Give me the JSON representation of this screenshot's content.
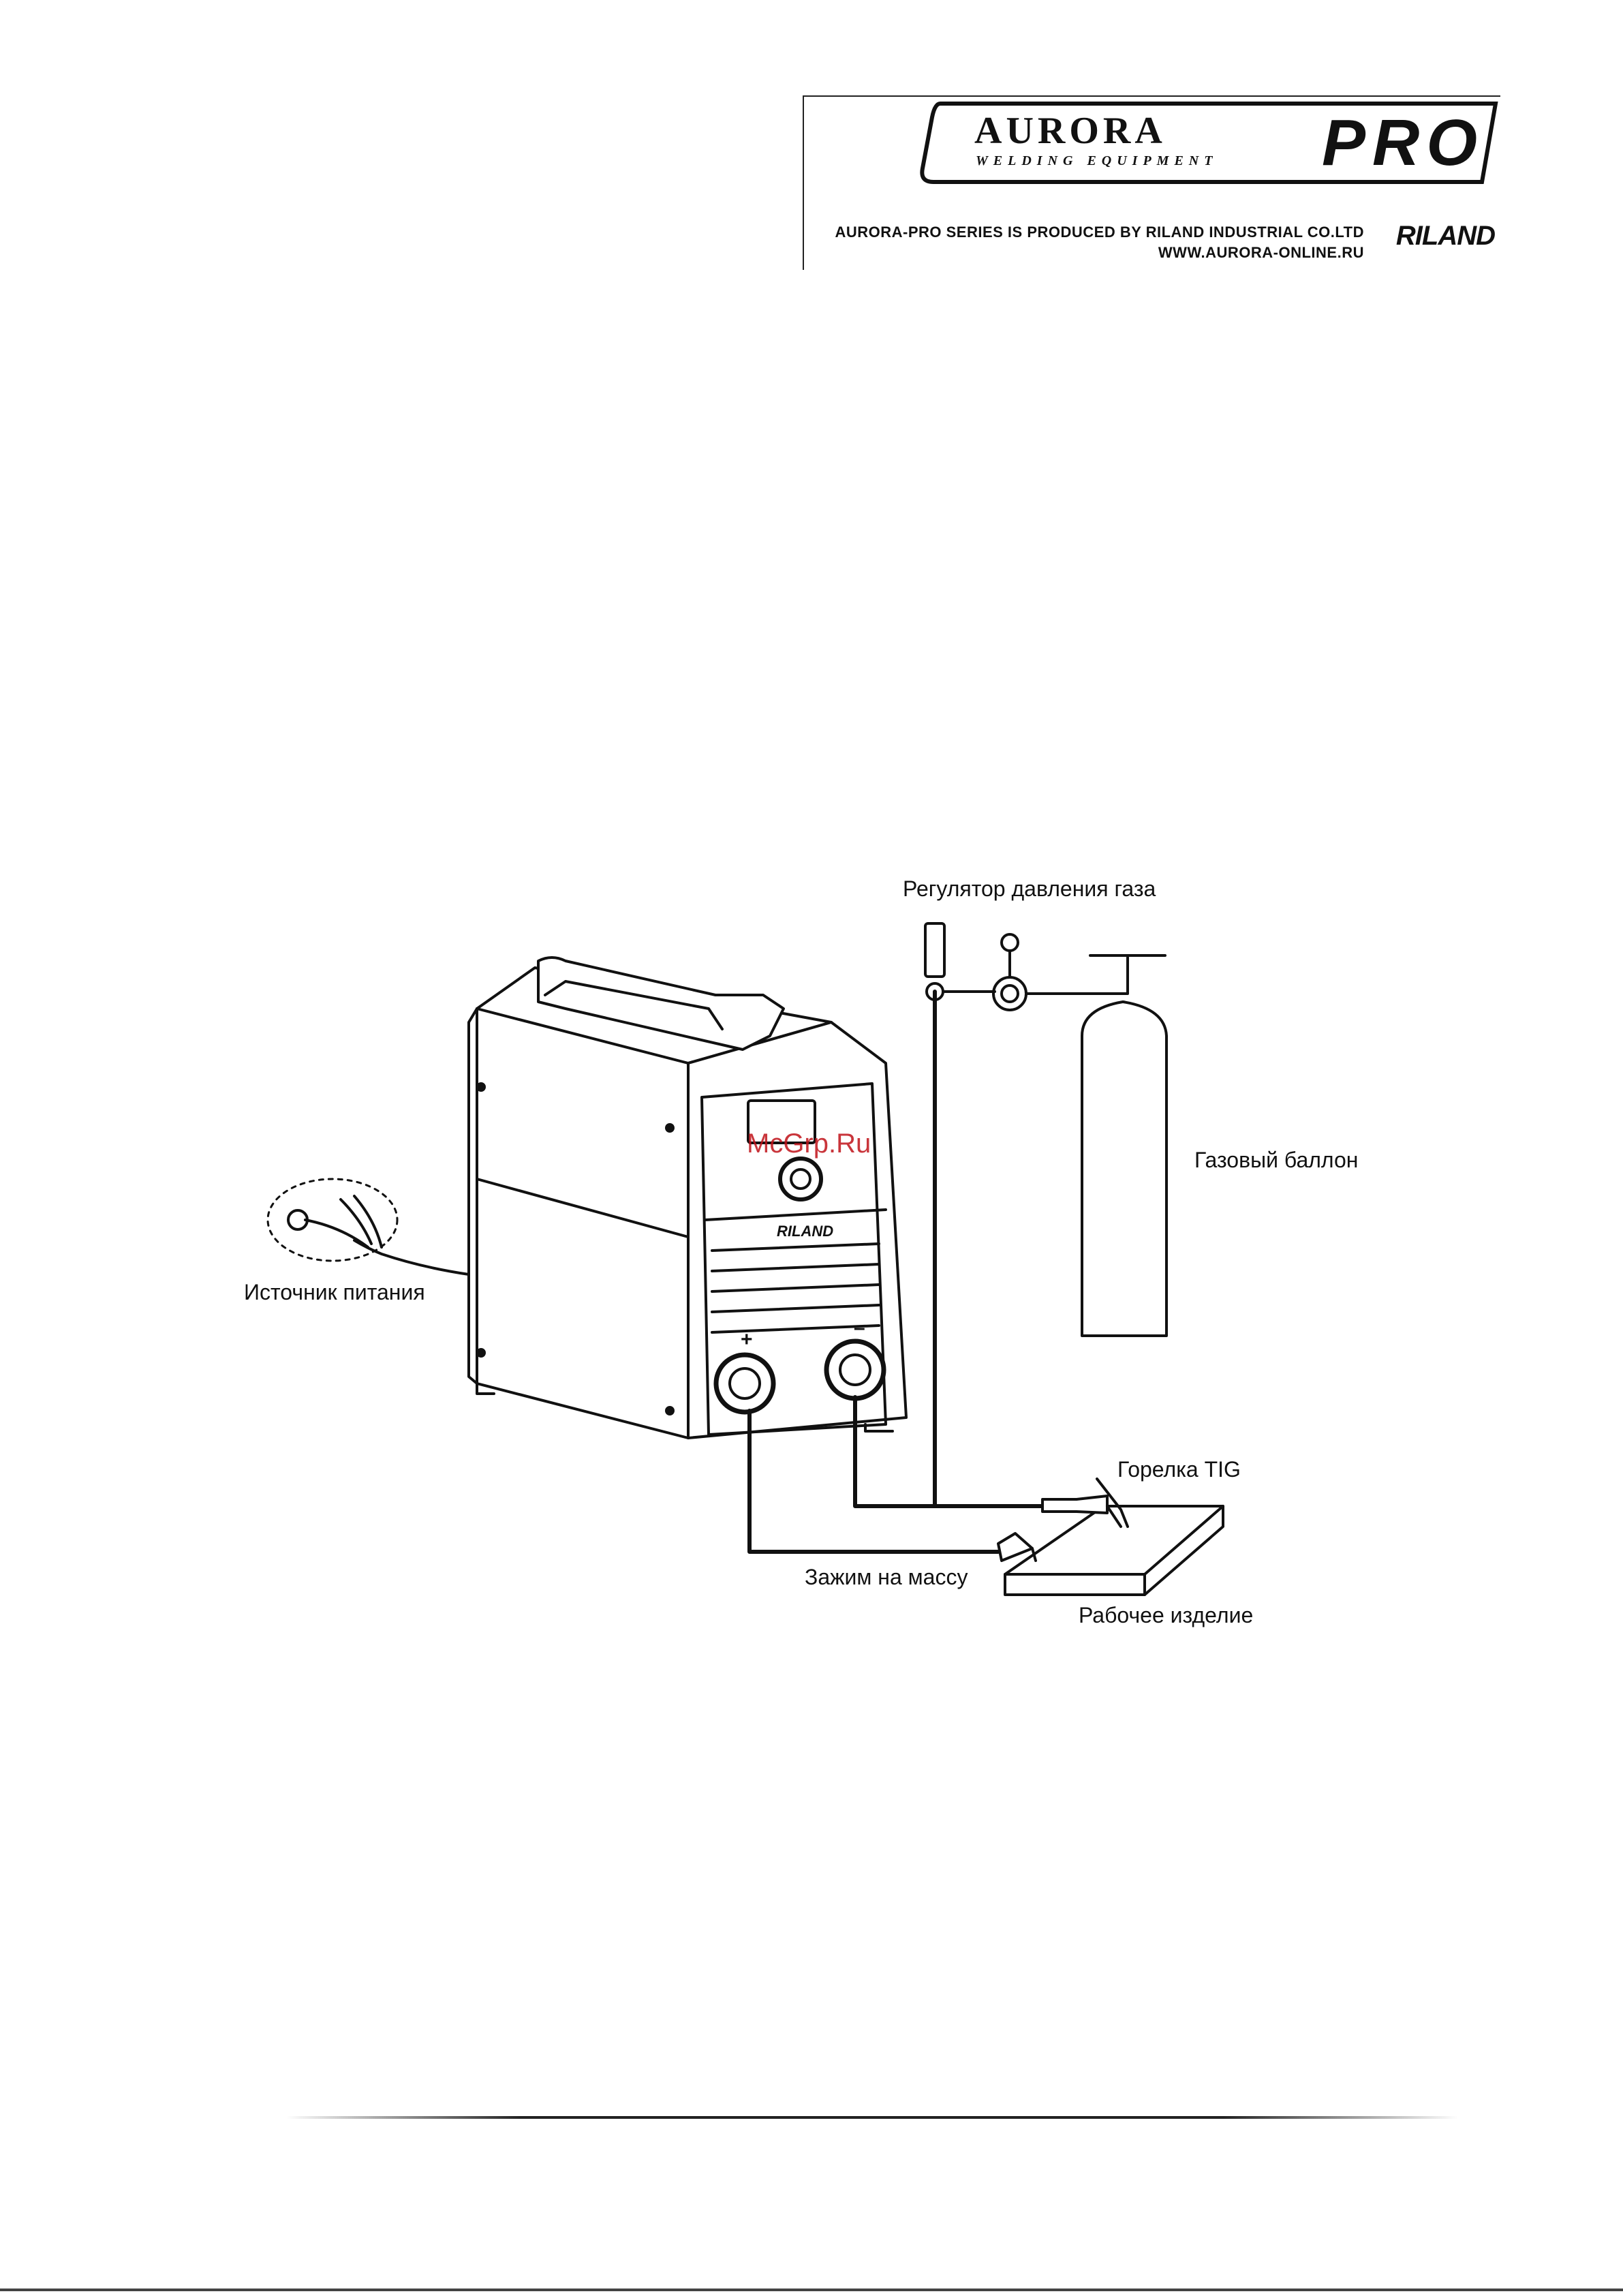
{
  "header": {
    "logo_brand": "AURORA",
    "logo_tagline": "WELDING EQUIPMENT",
    "logo_pro": "PRO",
    "producer_line1": "AURORA-PRO SERIES IS PRODUCED BY RILAND INDUSTRIAL CO.LTD",
    "producer_line2": "WWW.AURORA-ONLINE.RU",
    "riland_logo": "RILAND"
  },
  "diagram": {
    "gas_regulator": "Регулятор давления газа",
    "gas_cylinder": "Газовый баллон",
    "power_source": "Источник питания",
    "tig_torch": "Горелка TIG",
    "ground_clamp": "Зажим на массу",
    "workpiece": "Рабочее изделие",
    "machine_brand": "RILAND",
    "terminal_plus": "+",
    "terminal_minus": "–"
  },
  "watermark": "McGrp.Ru",
  "colors": {
    "line": "#111111",
    "watermark": "#c0121a"
  }
}
